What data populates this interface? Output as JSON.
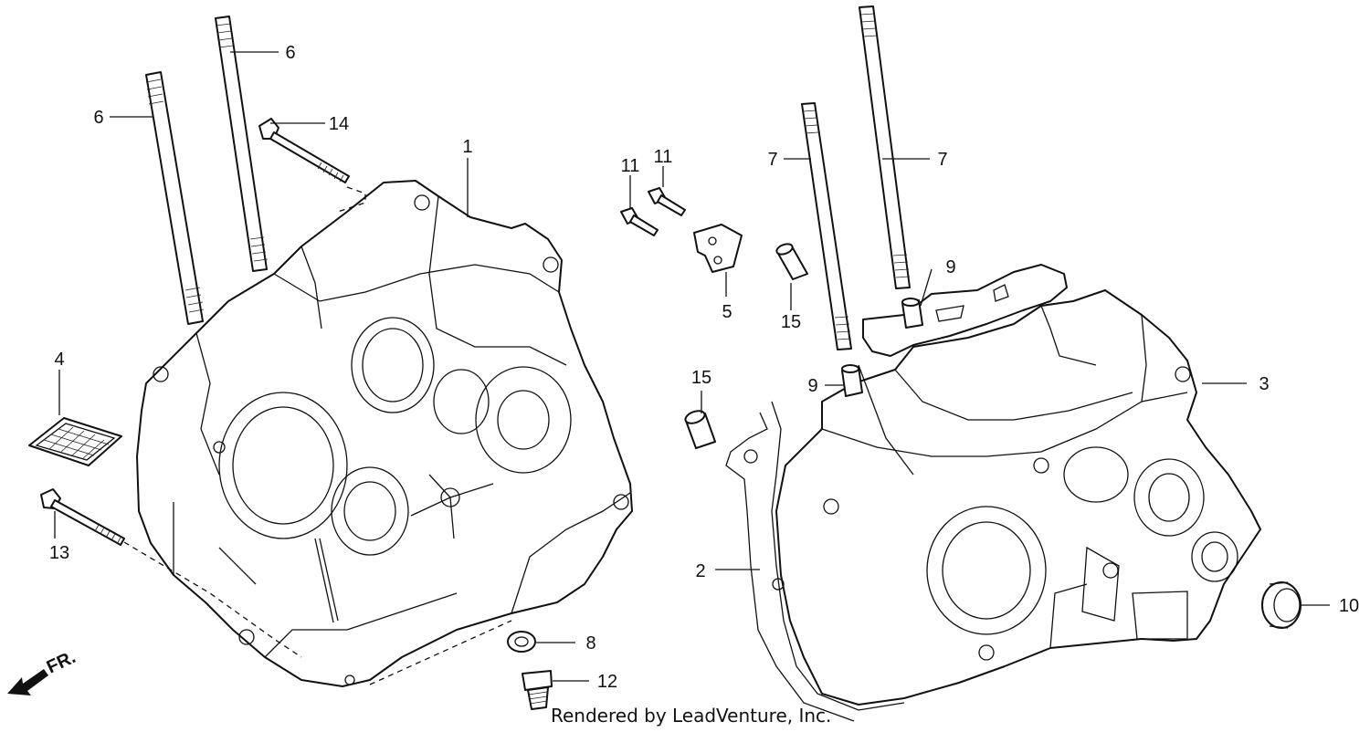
{
  "callouts": [
    {
      "id": "c1",
      "label": "1"
    },
    {
      "id": "c2",
      "label": "2"
    },
    {
      "id": "c3",
      "label": "3"
    },
    {
      "id": "c4",
      "label": "4"
    },
    {
      "id": "c5",
      "label": "5"
    },
    {
      "id": "c6a",
      "label": "6"
    },
    {
      "id": "c6b",
      "label": "6"
    },
    {
      "id": "c7a",
      "label": "7"
    },
    {
      "id": "c7b",
      "label": "7"
    },
    {
      "id": "c8",
      "label": "8"
    },
    {
      "id": "c9a",
      "label": "9"
    },
    {
      "id": "c9b",
      "label": "9"
    },
    {
      "id": "c10",
      "label": "10"
    },
    {
      "id": "c11a",
      "label": "11"
    },
    {
      "id": "c11b",
      "label": "11"
    },
    {
      "id": "c12",
      "label": "12"
    },
    {
      "id": "c13",
      "label": "13"
    },
    {
      "id": "c14",
      "label": "14"
    },
    {
      "id": "c15a",
      "label": "15"
    },
    {
      "id": "c15b",
      "label": "15"
    }
  ],
  "direction_label": "FR.",
  "footer": "Rendered by LeadVenture, Inc."
}
